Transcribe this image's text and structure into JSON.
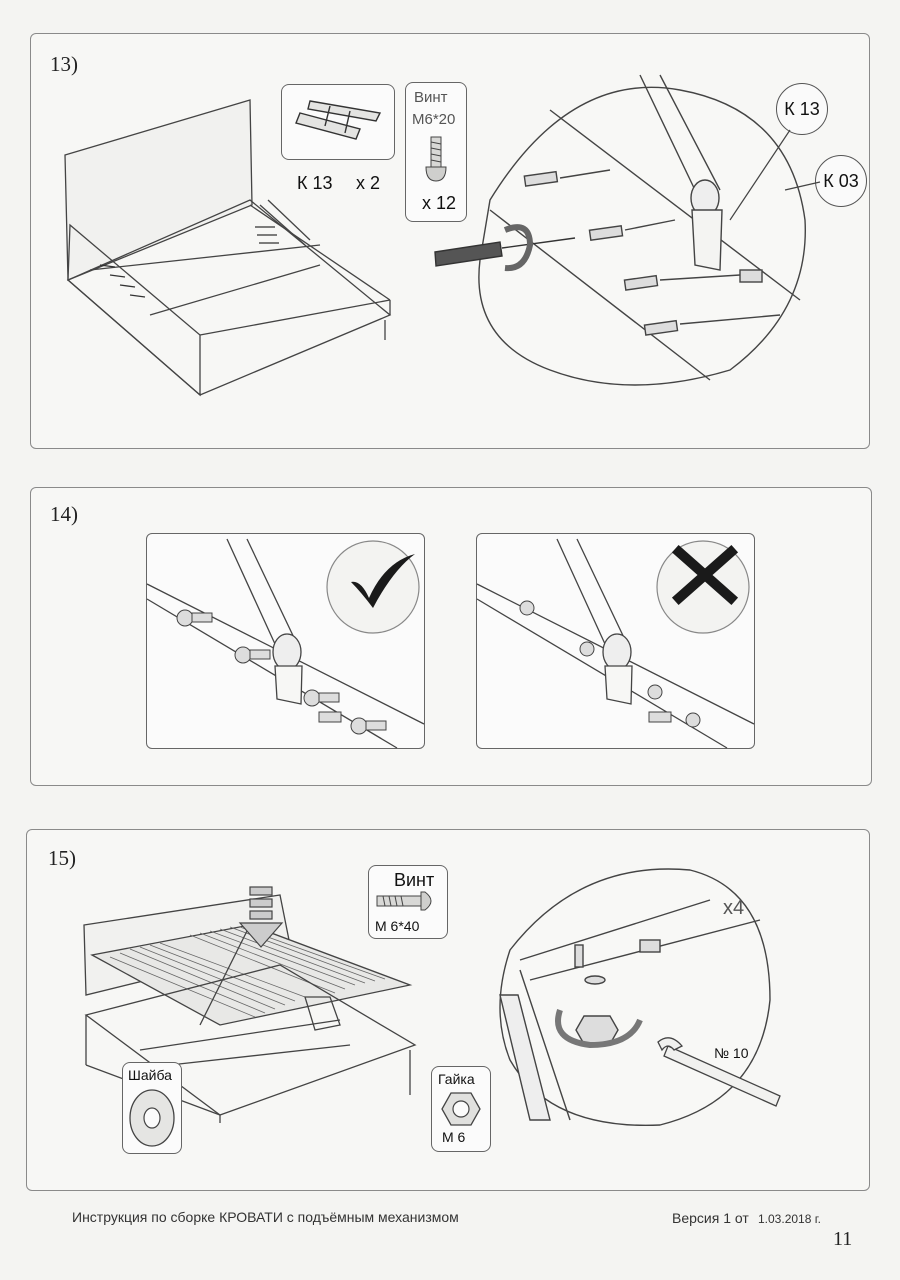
{
  "steps": [
    {
      "number": "13)",
      "parts": [
        {
          "code": "К 13",
          "qty": "х 2"
        },
        {
          "name": "Винт",
          "size": "М6*20",
          "qty": "х 12"
        }
      ],
      "callouts": [
        "К 13",
        "К 03"
      ]
    },
    {
      "number": "14)",
      "views": [
        {
          "mark": "check-icon"
        },
        {
          "mark": "cross-icon"
        }
      ]
    },
    {
      "number": "15)",
      "parts": [
        {
          "name": "Винт",
          "size": "М 6*40"
        },
        {
          "name": "Шайба"
        },
        {
          "name": "Гайка",
          "size": "М 6"
        }
      ],
      "multiplier": "x4",
      "tool": "№ 10"
    }
  ],
  "footer": {
    "title": "Инструкция по сборке КРОВАТИ с подъёмным механизмом",
    "version": "Версия 1 от",
    "date": "1.03.2018 г.",
    "page": "11"
  }
}
